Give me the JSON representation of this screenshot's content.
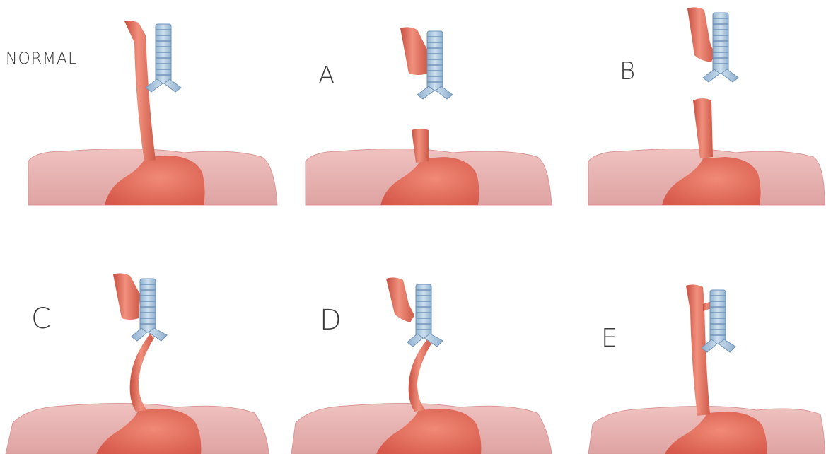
{
  "panels": [
    {
      "id": "normal",
      "label": "NORMAL"
    },
    {
      "id": "a",
      "label": "A"
    },
    {
      "id": "b",
      "label": "B"
    },
    {
      "id": "c",
      "label": "C"
    },
    {
      "id": "d",
      "label": "D"
    },
    {
      "id": "e",
      "label": "E"
    }
  ],
  "colors": {
    "esophagus": "#e26a58",
    "esophagus_dark": "#c24c3d",
    "esophagus_light": "#f29a88",
    "trachea": "#a8c4dc",
    "trachea_ring": "#6f93b8",
    "diaphragm": "#ecb4b2",
    "diaphragm_edge": "#d99796",
    "stomach": "#e5705f",
    "label": "#3a3a3a"
  }
}
